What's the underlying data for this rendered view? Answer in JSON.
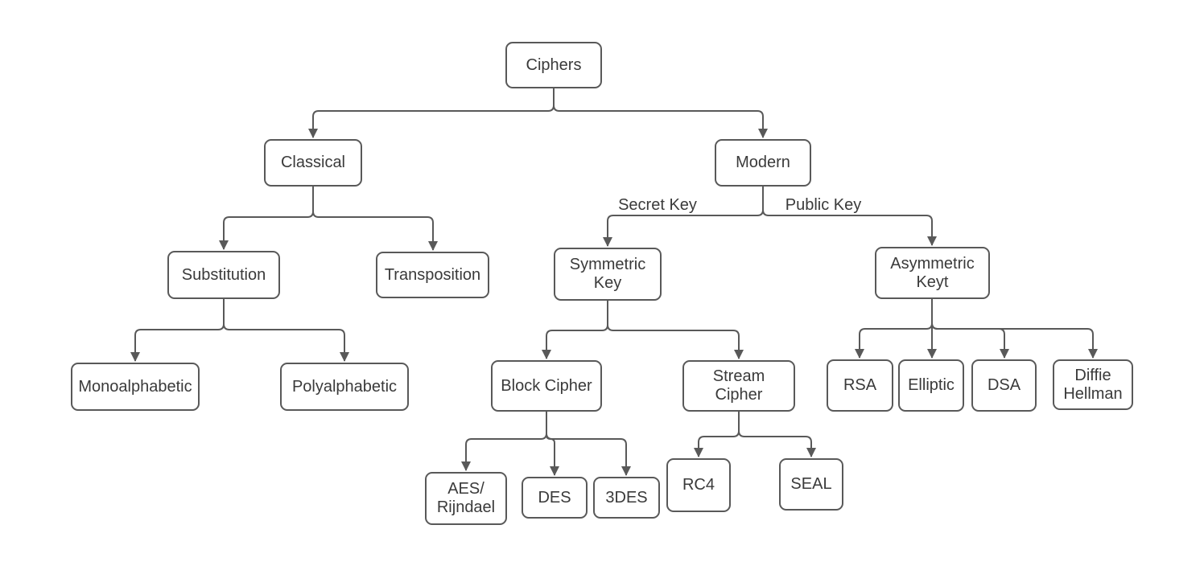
{
  "colors": {
    "background": "#ffffff",
    "stroke": "#595959",
    "text": "#3a3a3a",
    "node_fill": "#ffffff"
  },
  "nodes": {
    "ciphers": {
      "label": "Ciphers"
    },
    "classical": {
      "label": "Classical"
    },
    "modern": {
      "label": "Modern"
    },
    "substitution": {
      "label": "Substitution"
    },
    "transposition": {
      "label": "Transposition"
    },
    "symmetric_key": {
      "label": "Symmetric\nKey"
    },
    "asymmetric_key": {
      "label": "Asymmetric\nKeyt"
    },
    "monoalphabetic": {
      "label": "Monoalphabetic"
    },
    "polyalphabetic": {
      "label": "Polyalphabetic"
    },
    "block_cipher": {
      "label": "Block Cipher"
    },
    "stream_cipher": {
      "label": "Stream\nCipher"
    },
    "rsa": {
      "label": "RSA"
    },
    "elliptic": {
      "label": "Elliptic"
    },
    "dsa": {
      "label": "DSA"
    },
    "diffie_hellman": {
      "label": "Diffie\nHellman"
    },
    "aes_rijndael": {
      "label": "AES/\nRijndael"
    },
    "des": {
      "label": "DES"
    },
    "3des": {
      "label": "3DES"
    },
    "rc4": {
      "label": "RC4"
    },
    "seal": {
      "label": "SEAL"
    }
  },
  "edge_labels": {
    "secret_key": "Secret Key",
    "public_key": "Public Key"
  },
  "edges": [
    {
      "from": "Ciphers",
      "to": "Classical"
    },
    {
      "from": "Ciphers",
      "to": "Modern"
    },
    {
      "from": "Classical",
      "to": "Substitution"
    },
    {
      "from": "Classical",
      "to": "Transposition"
    },
    {
      "from": "Modern",
      "to": "Symmetric Key",
      "label": "Secret Key"
    },
    {
      "from": "Modern",
      "to": "Asymmetric Keyt",
      "label": "Public Key"
    },
    {
      "from": "Substitution",
      "to": "Monoalphabetic"
    },
    {
      "from": "Substitution",
      "to": "Polyalphabetic"
    },
    {
      "from": "Symmetric Key",
      "to": "Block Cipher"
    },
    {
      "from": "Symmetric Key",
      "to": "Stream Cipher"
    },
    {
      "from": "Asymmetric Keyt",
      "to": "RSA"
    },
    {
      "from": "Asymmetric Keyt",
      "to": "Elliptic"
    },
    {
      "from": "Asymmetric Keyt",
      "to": "DSA"
    },
    {
      "from": "Asymmetric Keyt",
      "to": "Diffie Hellman"
    },
    {
      "from": "Block Cipher",
      "to": "AES/Rijndael"
    },
    {
      "from": "Block Cipher",
      "to": "DES"
    },
    {
      "from": "Block Cipher",
      "to": "3DES"
    },
    {
      "from": "Stream Cipher",
      "to": "RC4"
    },
    {
      "from": "Stream Cipher",
      "to": "SEAL"
    }
  ]
}
